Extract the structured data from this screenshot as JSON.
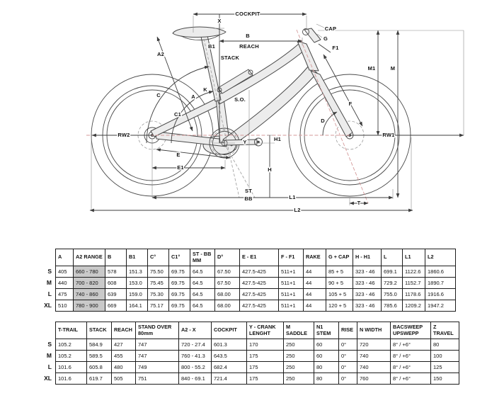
{
  "diagram": {
    "labels": {
      "cockpit": "COCKPIT",
      "x": "X",
      "cap": "CAP",
      "g": "G",
      "f1": "F1",
      "b": "B",
      "reach": "REACH",
      "b1": "B1",
      "stack": "STACK",
      "a2": "A2",
      "c": "C",
      "c1": "C1",
      "a": "A",
      "k": "K",
      "so": "S.O.",
      "m1": "M1",
      "m": "M",
      "f": "F",
      "d": "D",
      "rw1": "RW1",
      "rw2": "RW2",
      "e": "E",
      "e1": "E1",
      "y": "Y",
      "h1": "H1",
      "h": "H",
      "st": "ST",
      "bb": "BB",
      "l1": "L1",
      "l2": "L2",
      "t": "T"
    }
  },
  "table1": {
    "highlight_column": "A2 RANGE",
    "columns": [
      "A",
      "A2 RANGE",
      "B",
      "B1",
      "C°",
      "C1°",
      "ST - BB MM",
      "D°",
      "E - E1",
      "F - F1",
      "RAKE",
      "G + CAP",
      "H - H1",
      "L",
      "L1",
      "L2"
    ],
    "rows": [
      {
        "size": "S",
        "values": [
          "405",
          "660 - 780",
          "578",
          "151.3",
          "75.50",
          "69.75",
          "64.5",
          "67.50",
          "427.5-425",
          "511+1",
          "44",
          "85 + 5",
          "323 - 46",
          "699.1",
          "1122.6",
          "1860.6"
        ]
      },
      {
        "size": "M",
        "values": [
          "440",
          "700 - 820",
          "608",
          "153.0",
          "75.45",
          "69.75",
          "64.5",
          "67.50",
          "427.5-425",
          "511+1",
          "44",
          "90 + 5",
          "323 - 46",
          "729.2",
          "1152.7",
          "1890.7"
        ]
      },
      {
        "size": "L",
        "values": [
          "475",
          "740 - 860",
          "639",
          "159.0",
          "75.30",
          "69.75",
          "64.5",
          "68.00",
          "427.5-425",
          "511+1",
          "44",
          "105 + 5",
          "323 - 46",
          "755.0",
          "1178.6",
          "1916.6"
        ]
      },
      {
        "size": "XL",
        "values": [
          "510",
          "780 - 900",
          "669",
          "164.1",
          "75.17",
          "69.75",
          "64.5",
          "68.00",
          "427.5-425",
          "511+1",
          "44",
          "120 + 5",
          "323 - 46",
          "785.6",
          "1209.2",
          "1947.2"
        ]
      }
    ]
  },
  "table2": {
    "columns": [
      "T-TRAIL",
      "STACK",
      "REACH",
      "STAND OVER 80mm",
      "A2 - X",
      "COCKPIT",
      "Y - CRANK LENGHT",
      "M SADDLE",
      "N1 STEM",
      "RISE",
      "N WIDTH",
      "BACSWEEP UPSWEPP",
      "Z TRAVEL"
    ],
    "rows": [
      {
        "size": "S",
        "values": [
          "105.2",
          "584.9",
          "427",
          "747",
          "720 - 27.4",
          "601.3",
          "170",
          "250",
          "60",
          "0°",
          "720",
          "8° / +6°",
          "80"
        ]
      },
      {
        "size": "M",
        "values": [
          "105.2",
          "589.5",
          "455",
          "747",
          "760 - 41.3",
          "643.5",
          "175",
          "250",
          "60",
          "0°",
          "740",
          "8° / +6°",
          "100"
        ]
      },
      {
        "size": "L",
        "values": [
          "101.6",
          "605.8",
          "480",
          "749",
          "800 - 55.2",
          "682.4",
          "175",
          "250",
          "80",
          "0°",
          "740",
          "8° / +6°",
          "125"
        ]
      },
      {
        "size": "XL",
        "values": [
          "101.6",
          "619.7",
          "505",
          "751",
          "840 - 69.1",
          "721.4",
          "175",
          "250",
          "80",
          "0°",
          "760",
          "8° / +6°",
          "150"
        ]
      }
    ]
  }
}
